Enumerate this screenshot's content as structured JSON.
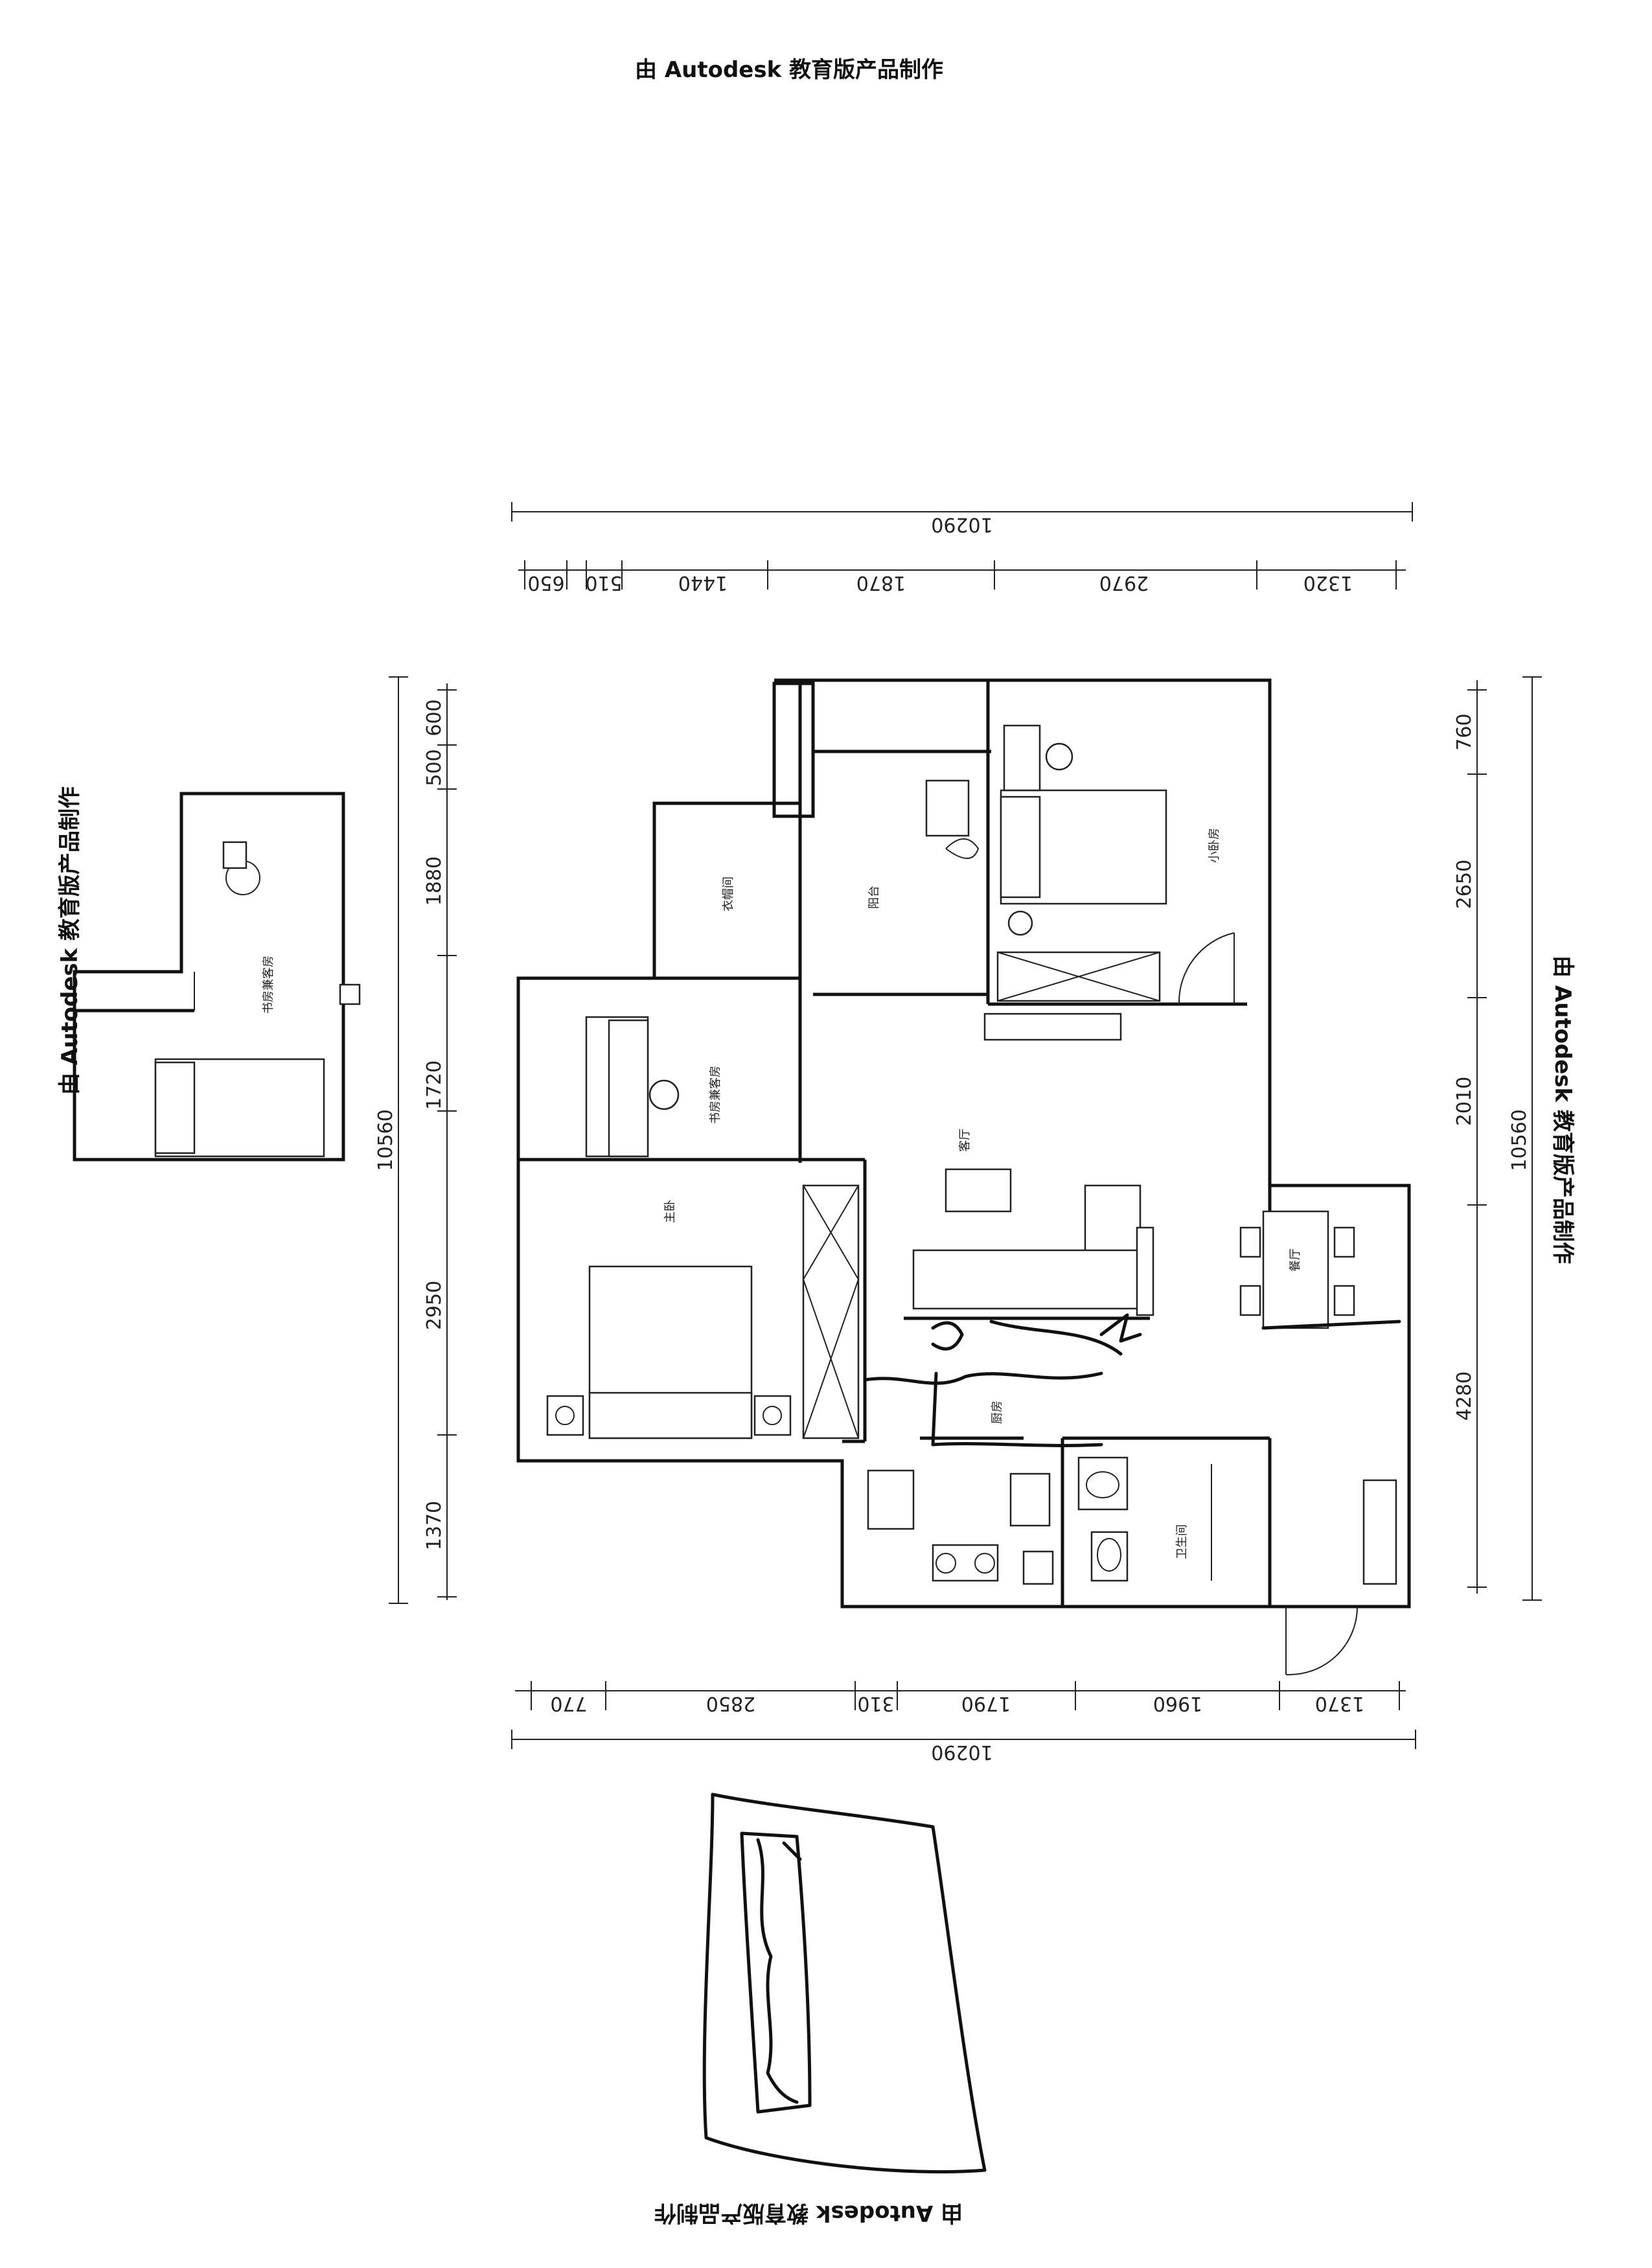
{
  "watermarks": {
    "top": "由 Autodesk 教育版产品制作",
    "left": "由 Autodesk 教育版产品制作",
    "right": "由 Autodesk 教育版产品制作",
    "bottom": "由 Autodesk 教育版产品制作"
  },
  "dimensions": {
    "top_total": "10290",
    "top_segments": [
      "650",
      "510",
      "1440",
      "1870",
      "2970",
      "1320"
    ],
    "bottom_total": "10290",
    "bottom_segments": [
      "770",
      "2850",
      "310",
      "1790",
      "1960",
      "1370"
    ],
    "left_total": "10560",
    "left_segments": [
      "600",
      "500",
      "1880",
      "1720",
      "2950",
      "1370"
    ],
    "right_total": "10560",
    "right_segments": [
      "760",
      "2650",
      "2010",
      "4280"
    ]
  },
  "rooms": {
    "small_bedroom": "小卧房",
    "balcony": "阳台",
    "cloakroom": "衣帽间",
    "study": "书房兼客房",
    "living": "客厅",
    "master_bedroom": "主卧",
    "dining": "餐厅",
    "kitchen": "厨房",
    "bathroom": "卫生间",
    "inset_study": "书房兼客房"
  }
}
